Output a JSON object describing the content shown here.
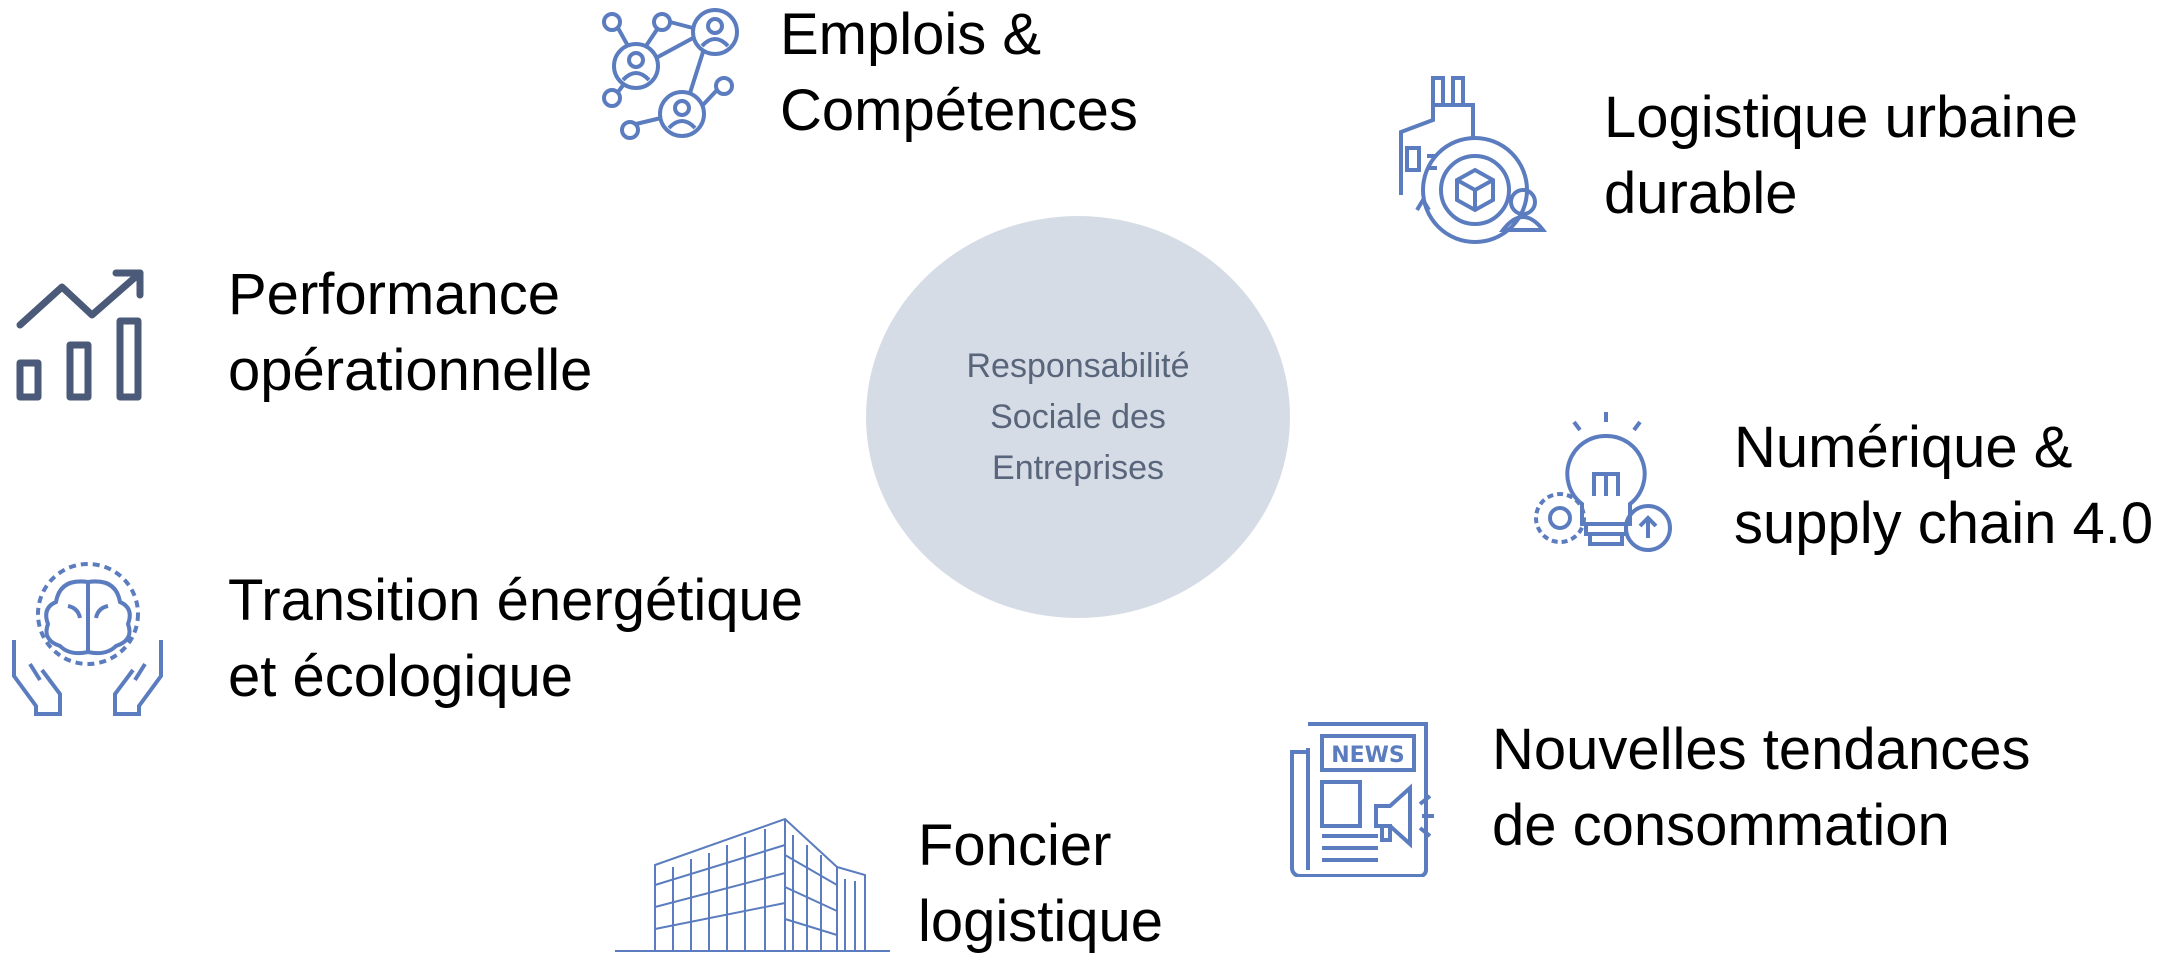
{
  "colors": {
    "icon": "#5b7dbf",
    "icon_dark": "#4a5a78",
    "circle_fill": "#d6dce6",
    "circle_text": "#58657a",
    "label_text": "#000000"
  },
  "center": {
    "line1": "Responsabilité",
    "line2": "Sociale des",
    "line3": "Entreprises"
  },
  "topics": [
    {
      "icon": "network-people-icon",
      "line1": "Emplois &",
      "line2": "Compétences"
    },
    {
      "icon": "urban-logistics-icon",
      "line1": "Logistique urbaine",
      "line2": "durable"
    },
    {
      "icon": "growth-chart-icon",
      "line1": "Performance",
      "line2": "opérationnelle"
    },
    {
      "icon": "innovation-bulb-icon",
      "line1": "Numérique &",
      "line2": "supply chain 4.0"
    },
    {
      "icon": "brain-hands-icon",
      "line1": "Transition énergétique",
      "line2": "et écologique"
    },
    {
      "icon": "news-megaphone-icon",
      "line1": "Nouvelles tendances",
      "line2": "de consommation"
    },
    {
      "icon": "building-icon",
      "line1": "Foncier",
      "line2": "logistique"
    }
  ]
}
